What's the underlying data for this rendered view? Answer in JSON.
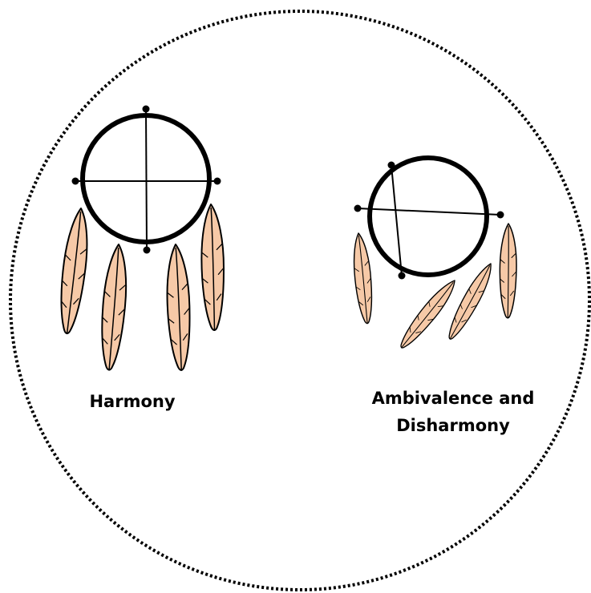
{
  "labels": {
    "harmony": "Harmony",
    "disharmony_line1": "Ambivalence and",
    "disharmony_line2": "Disharmony"
  },
  "colors": {
    "stroke": "#000000",
    "feather_fill": "#f6c9a7",
    "background": "#ffffff"
  },
  "figures": {
    "harmony": {
      "feathers": 4,
      "icon": "dreamcatcher-balanced"
    },
    "disharmony": {
      "feathers": 4,
      "icon": "dreamcatcher-tilted"
    }
  }
}
